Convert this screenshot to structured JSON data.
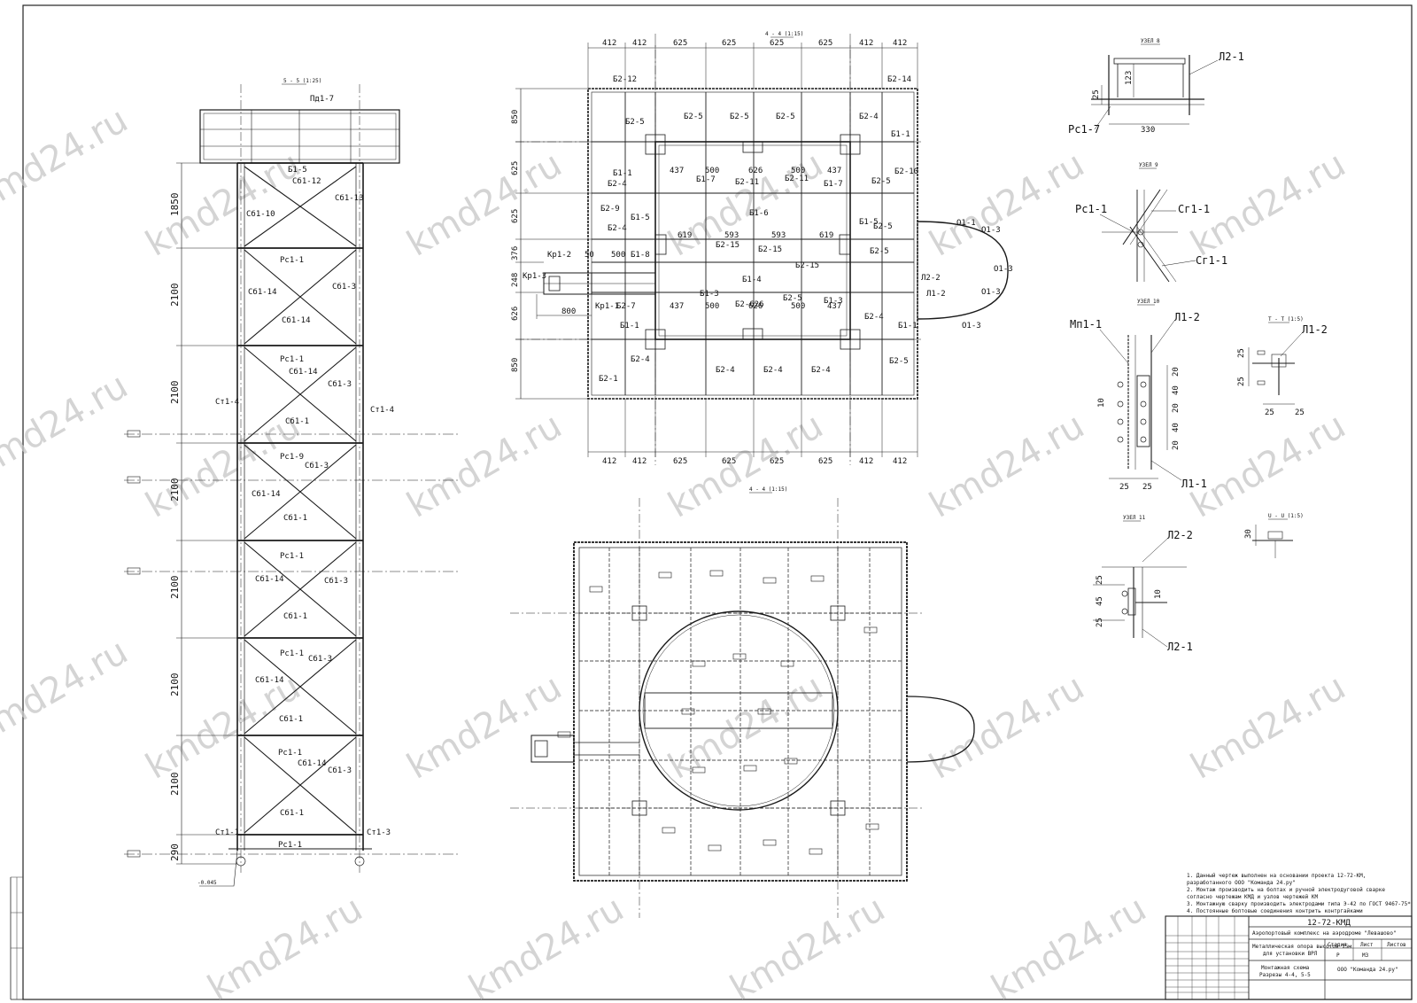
{
  "watermark": "kmd24.ru",
  "section_5_5": {
    "title": "5 - 5 (1:25)",
    "dims": [
      "1850",
      "2100",
      "2100",
      "2100",
      "2100",
      "2100",
      "2100",
      "290"
    ],
    "labels": {
      "top": "Пд1-7",
      "b112": "Сб1-12",
      "b113": "Сб1-13",
      "b110": "Сб1-10",
      "b15": "Б1-5",
      "ps1": "Рс1-1",
      "ps9": "Рс1-9",
      "sb13": "Сб1-3",
      "sb14": "Сб1-14",
      "sb11": "Сб1-1",
      "st14": "Ст1-4",
      "st11": "Ст1-1",
      "st13": "Ст1-3",
      "elev": "-0.045"
    }
  },
  "plan_4_4_top": {
    "title": "4 - 4 (1:15)",
    "dims_top": [
      "412",
      "412",
      "625",
      "625",
      "625",
      "625",
      "412",
      "412"
    ],
    "dims_left": [
      "850",
      "625",
      "625",
      "376",
      "248",
      "626",
      "850"
    ],
    "inner_dims_a": [
      "437",
      "500",
      "626",
      "500",
      "437"
    ],
    "inner_dims_b": [
      "619",
      "593",
      "593",
      "619"
    ],
    "inner_dims_c": [
      "437",
      "500",
      "626",
      "500",
      "437"
    ],
    "stair_dims": [
      "500",
      "800",
      "50"
    ],
    "labels": {
      "b212": "Б2-12",
      "b214": "Б2-14",
      "b25": "Б2-5",
      "b24": "Б2-4",
      "b29": "Б2-9",
      "b210": "Б2-10",
      "b211": "Б2-11",
      "b215": "Б2-15",
      "b27": "Б2-7",
      "b21": "Б2-1",
      "b226": "Б2-626",
      "b11": "Б1-1",
      "b17": "Б1-7",
      "b16": "Б1-6",
      "b14": "Б1-4",
      "b13": "Б1-3",
      "b15": "Б1-5",
      "b18": "Б1-8",
      "kr12": "Кр1-2",
      "kr13": "Кр1-3",
      "kr11": "Кр1-1",
      "o11": "О1-1",
      "o13": "О1-3",
      "l12": "Л1-2",
      "l22": "Л2-2"
    }
  },
  "plan_4_4_bottom": {
    "title": "4 - 4 (1:15)"
  },
  "node_8": {
    "title": "УЗЕЛ 8",
    "labels": [
      "Л2-1",
      "Рс1-7"
    ],
    "dims": [
      "25",
      "123",
      "330"
    ]
  },
  "node_9": {
    "title": "УЗЕЛ 9",
    "labels": [
      "Рс1-1",
      "Сг1-1",
      "Сг1-1"
    ]
  },
  "node_10": {
    "title": "УЗЕЛ 10",
    "labels": [
      "Мп1-1",
      "Л1-2",
      "Л1-1"
    ],
    "dims": [
      "20",
      "40",
      "20",
      "40",
      "20",
      "10",
      "25",
      "25"
    ]
  },
  "section_t": {
    "title": "Т - Т (1:5)",
    "labels": [
      "Л1-2"
    ],
    "dims": [
      "25",
      "25",
      "25",
      "25"
    ]
  },
  "node_11": {
    "title": "УЗЕЛ 11",
    "labels": [
      "Л2-2",
      "Л2-1"
    ],
    "dims": [
      "25",
      "45",
      "25",
      "10"
    ]
  },
  "section_u": {
    "title": "U - U (1:5)",
    "dims": [
      "30"
    ]
  },
  "notes": [
    "1. Данный чертеж выполнен на основании проекта 12-72-КМ,",
    "   разработанного ООО \"Команда 24.ру\"",
    "2. Монтаж производить на болтах и ручной электродуговой сварке",
    "   согласно чертежам КМД и узлов чертежей КМ",
    "3. Монтажную сварку производить электродами типа Э-42 по ГОСТ 9467-75*",
    "4. Постоянные болтовые соединения контрить контргайками"
  ],
  "title_block": {
    "code": "12-72-КМД",
    "project": "Аэропортовый комплекс на аэродроме \"Левашово\"",
    "object": "Металлическая опора высотой 15м",
    "object2": "для установки ВРЛ",
    "stage_h": "Стадия",
    "sheet_h": "Лист",
    "sheets_h": "Листов",
    "stage": "Р",
    "sheet": "М3",
    "sheet_title1": "Монтажная схема",
    "sheet_title2": "Разрезы 4-4, 5-5",
    "company": "ООО \"Команда 24.ру\""
  }
}
